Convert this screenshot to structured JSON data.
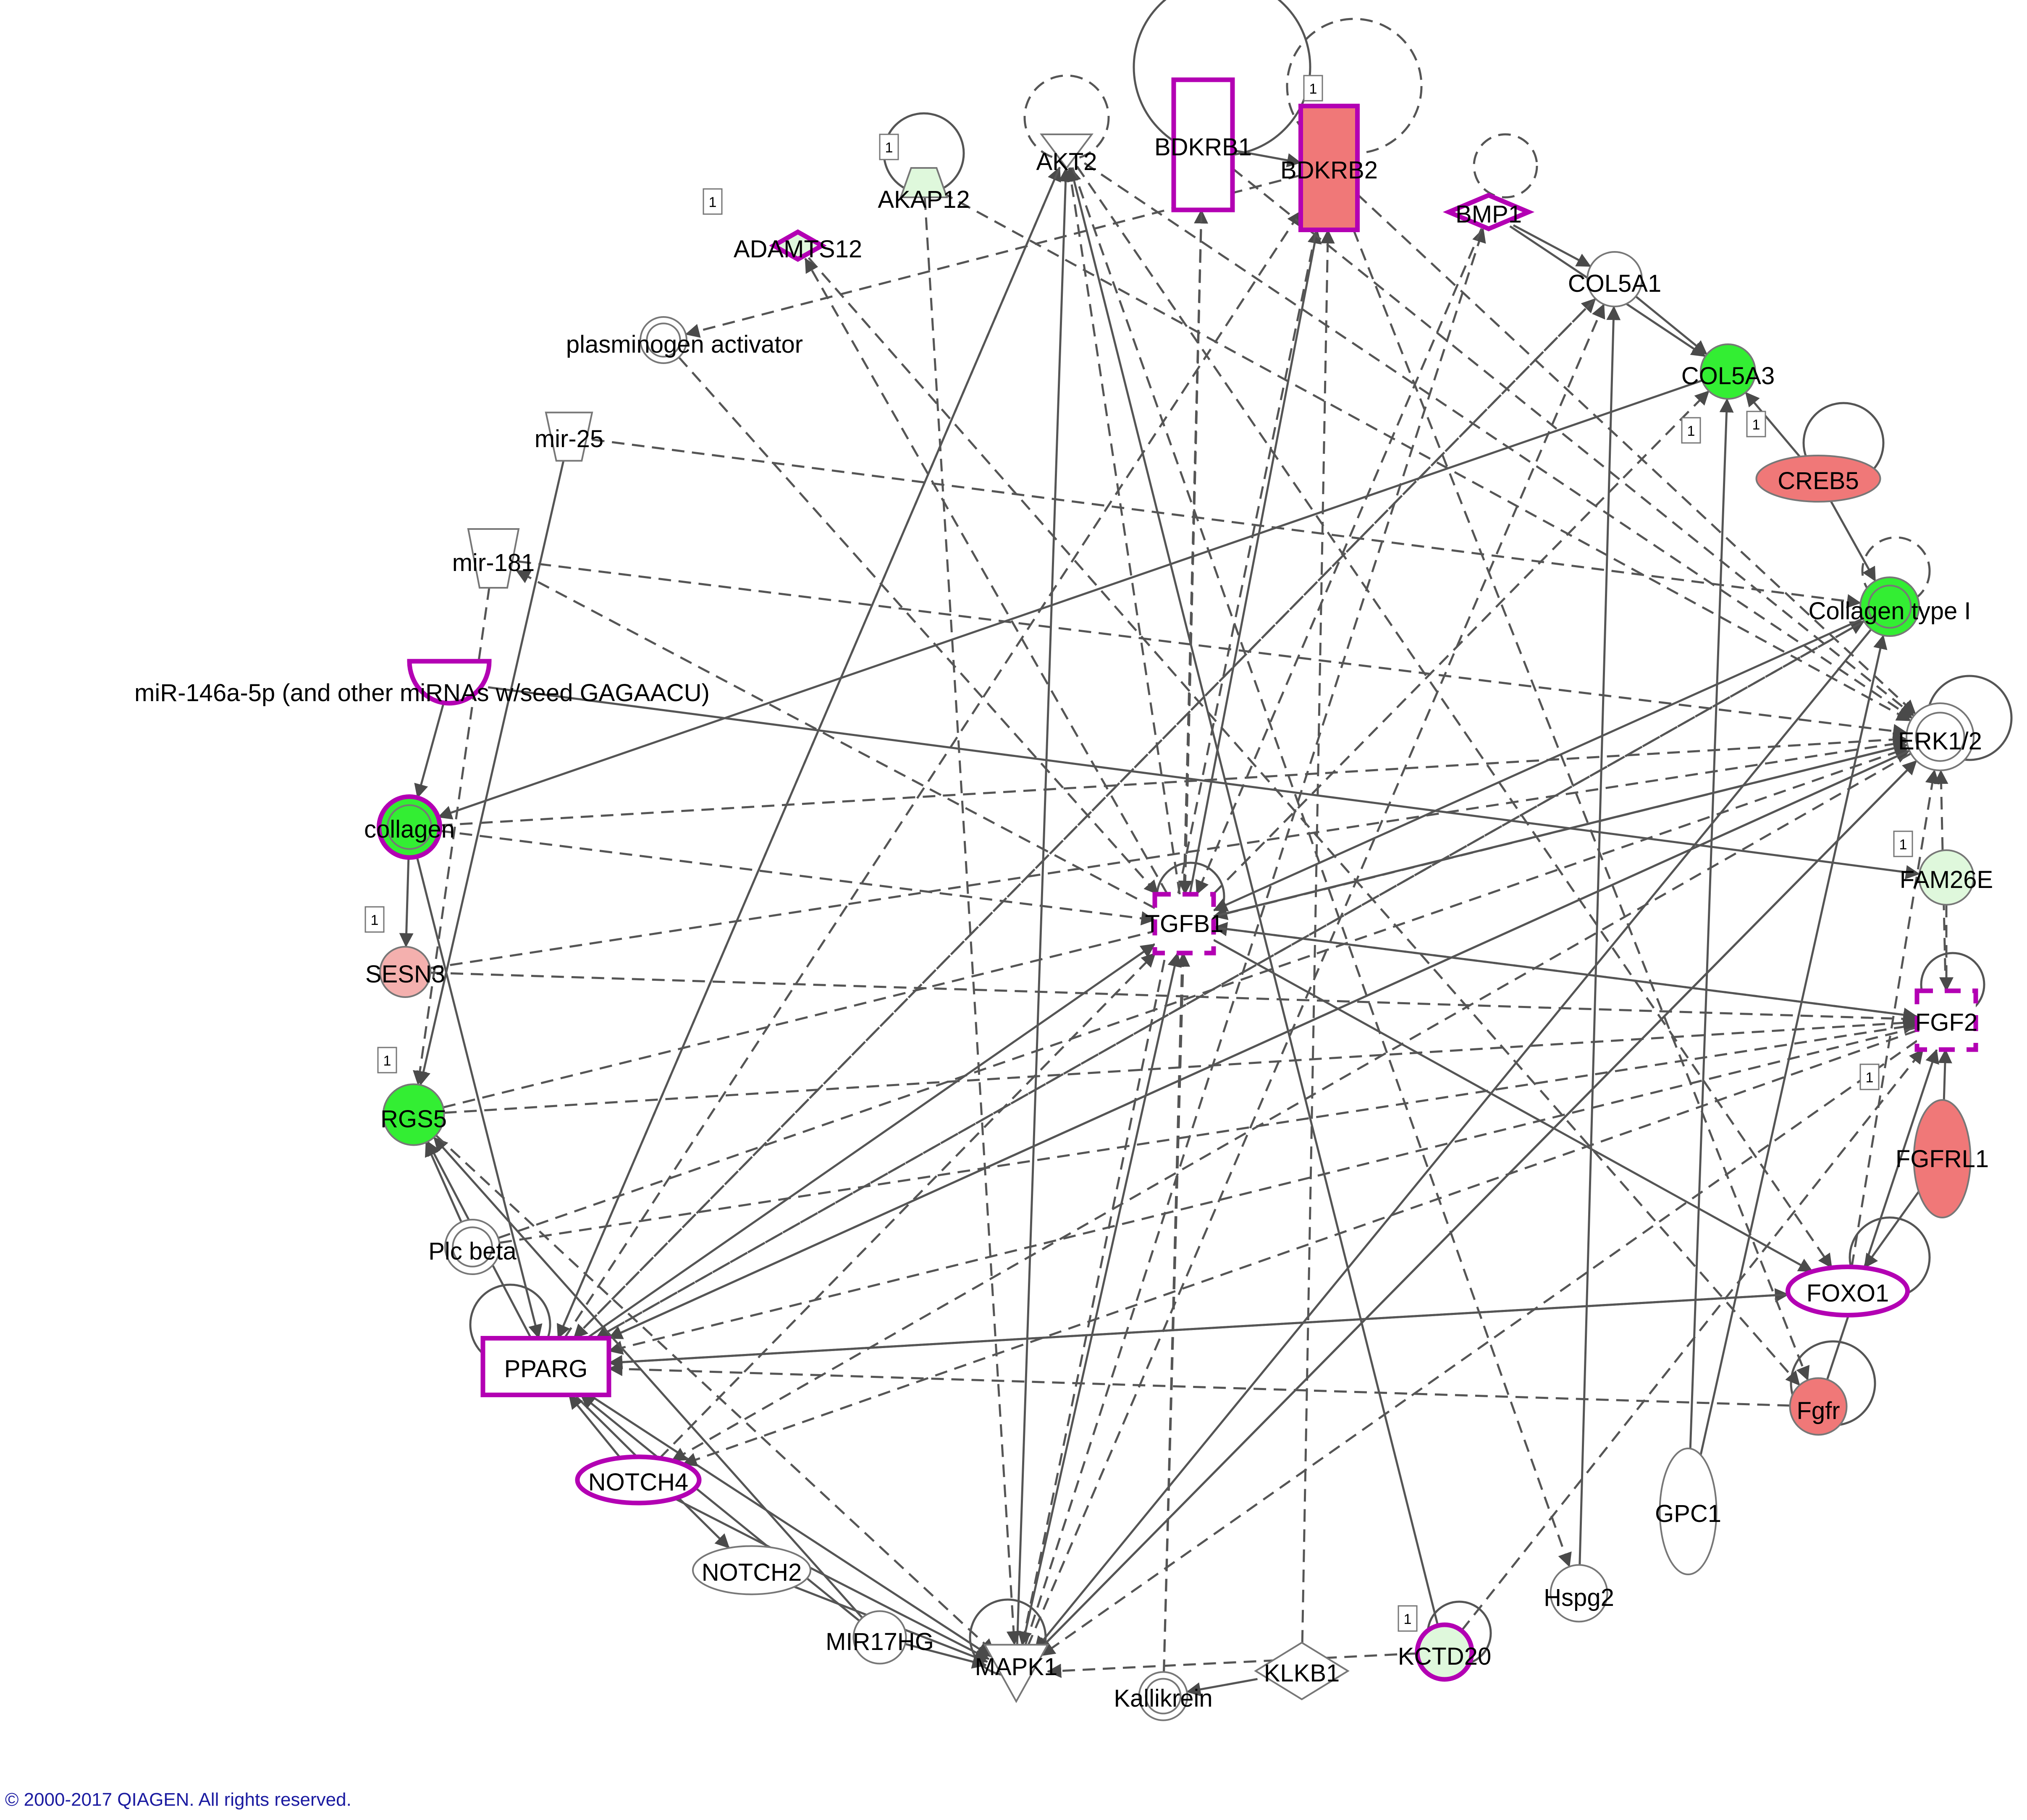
{
  "copyright": "© 2000-2017 QIAGEN. All rights reserved.",
  "colors": {
    "edge": "#555555",
    "node_border": "#777777",
    "highlight_border": "#b300b3",
    "up_strong": "#f07878",
    "up_light": "#f4b0ae",
    "down_strong": "#33ee33",
    "down_light": "#dff8dc",
    "neutral": "#ffffff"
  },
  "nodes": [
    {
      "id": "ADAMTS12",
      "label": "ADAMTS12",
      "shape": "diamond",
      "fill": "down_light",
      "highlight": true
    },
    {
      "id": "AKAP12",
      "label": "AKAP12",
      "shape": "trapezoid",
      "fill": "down_light",
      "highlight": false
    },
    {
      "id": "AKT2",
      "label": "AKT2",
      "shape": "triangle-down",
      "fill": "neutral",
      "highlight": false
    },
    {
      "id": "BDKRB1",
      "label": "BDKRB1",
      "shape": "tall-rect",
      "fill": "neutral",
      "highlight": true
    },
    {
      "id": "BDKRB2",
      "label": "BDKRB2",
      "shape": "tall-rect",
      "fill": "up_strong",
      "highlight": true
    },
    {
      "id": "BMP1",
      "label": "BMP1",
      "shape": "diamond",
      "fill": "neutral",
      "highlight": true
    },
    {
      "id": "COL5A1",
      "label": "COL5A1",
      "shape": "circle",
      "fill": "neutral",
      "highlight": false
    },
    {
      "id": "COL5A3",
      "label": "COL5A3",
      "shape": "circle",
      "fill": "down_strong",
      "highlight": false
    },
    {
      "id": "CREB5",
      "label": "CREB5",
      "shape": "ellipse",
      "fill": "up_strong",
      "highlight": false
    },
    {
      "id": "Collagen type I",
      "label": "Collagen type I",
      "shape": "double-circle",
      "fill": "down_strong",
      "highlight": false
    },
    {
      "id": "ERK1/2",
      "label": "ERK1/2",
      "shape": "double-circle",
      "fill": "neutral",
      "highlight": false
    },
    {
      "id": "FAM26E",
      "label": "FAM26E",
      "shape": "circle",
      "fill": "down_light",
      "highlight": false
    },
    {
      "id": "FGF2",
      "label": "FGF2",
      "shape": "dashed-square",
      "fill": "neutral",
      "highlight": true
    },
    {
      "id": "FGFRL1",
      "label": "FGFRL1",
      "shape": "tall-ellipse",
      "fill": "up_strong",
      "highlight": false
    },
    {
      "id": "FOXO1",
      "label": "FOXO1",
      "shape": "ellipse",
      "fill": "neutral",
      "highlight": true
    },
    {
      "id": "Fgfr",
      "label": "Fgfr",
      "shape": "circle",
      "fill": "up_strong",
      "highlight": false
    },
    {
      "id": "GPC1",
      "label": "GPC1",
      "shape": "tall-ellipse",
      "fill": "neutral",
      "highlight": false
    },
    {
      "id": "Hspg2",
      "label": "Hspg2",
      "shape": "circle",
      "fill": "neutral",
      "highlight": false
    },
    {
      "id": "KCTD20",
      "label": "KCTD20",
      "shape": "circle",
      "fill": "down_light",
      "highlight": true
    },
    {
      "id": "KLKB1",
      "label": "KLKB1",
      "shape": "diamond",
      "fill": "neutral",
      "highlight": false
    },
    {
      "id": "Kallikrein",
      "label": "Kallikrein",
      "shape": "double-circle",
      "fill": "neutral",
      "highlight": false
    },
    {
      "id": "MAPK1",
      "label": "MAPK1",
      "shape": "triangle-down",
      "fill": "neutral",
      "highlight": false
    },
    {
      "id": "MIR17HG",
      "label": "MIR17HG",
      "shape": "circle",
      "fill": "neutral",
      "highlight": false
    },
    {
      "id": "NOTCH2",
      "label": "NOTCH2",
      "shape": "ellipse",
      "fill": "neutral",
      "highlight": false
    },
    {
      "id": "NOTCH4",
      "label": "NOTCH4",
      "shape": "ellipse",
      "fill": "neutral",
      "highlight": true
    },
    {
      "id": "PPARG",
      "label": "PPARG",
      "shape": "rect",
      "fill": "neutral",
      "highlight": true
    },
    {
      "id": "Plc beta",
      "label": "Plc beta",
      "shape": "double-circle",
      "fill": "neutral",
      "highlight": false
    },
    {
      "id": "RGS5",
      "label": "RGS5",
      "shape": "circle",
      "fill": "down_strong",
      "highlight": false
    },
    {
      "id": "SESN3",
      "label": "SESN3",
      "shape": "circle",
      "fill": "up_light",
      "highlight": false
    },
    {
      "id": "collagen",
      "label": "collagen",
      "shape": "double-circle",
      "fill": "down_strong",
      "highlight": true
    },
    {
      "id": "miR-146a",
      "label": "miR-146a-5p (and other miRNAs w/seed GAGAACU)",
      "shape": "half-circle",
      "fill": "neutral",
      "highlight": true
    },
    {
      "id": "mir-181",
      "label": "mir-181",
      "shape": "trapezoid-inv",
      "fill": "neutral",
      "highlight": false
    },
    {
      "id": "mir-25",
      "label": "mir-25",
      "shape": "trapezoid-inv",
      "fill": "neutral",
      "highlight": false
    },
    {
      "id": "plasminogen activator",
      "label": "plasminogen activator",
      "shape": "double-circle",
      "fill": "neutral",
      "highlight": false
    },
    {
      "id": "TGFB1",
      "label": "TGFB1",
      "shape": "dashed-square",
      "fill": "neutral",
      "highlight": true
    }
  ],
  "badges": [
    {
      "node": "ADAMTS12",
      "text": "1"
    },
    {
      "node": "AKAP12",
      "text": "1"
    },
    {
      "node": "BDKRB2",
      "text": "1"
    },
    {
      "node": "COL5A3",
      "text": "1"
    },
    {
      "node": "CREB5",
      "text": "1"
    },
    {
      "node": "FAM26E",
      "text": "1"
    },
    {
      "node": "FGFRL1",
      "text": "1"
    },
    {
      "node": "SESN3",
      "text": "1"
    },
    {
      "node": "RGS5",
      "text": "1"
    },
    {
      "node": "KCTD20",
      "text": "1"
    }
  ],
  "self_loops": [
    {
      "node": "AKAP12",
      "dashed": false
    },
    {
      "node": "AKT2",
      "dashed": true
    },
    {
      "node": "BDKRB1",
      "dashed": false
    },
    {
      "node": "BDKRB2",
      "dashed": true
    },
    {
      "node": "BMP1",
      "dashed": true
    },
    {
      "node": "CREB5",
      "dashed": false
    },
    {
      "node": "Collagen type I",
      "dashed": true
    },
    {
      "node": "ERK1/2",
      "dashed": false
    },
    {
      "node": "FGF2",
      "dashed": false
    },
    {
      "node": "FOXO1",
      "dashed": false
    },
    {
      "node": "Fgfr",
      "dashed": false
    },
    {
      "node": "KCTD20",
      "dashed": false
    },
    {
      "node": "MAPK1",
      "dashed": false
    },
    {
      "node": "PPARG",
      "dashed": false
    },
    {
      "node": "TGFB1",
      "dashed": false
    }
  ],
  "edges": [
    {
      "from": "BMP1",
      "to": "COL5A1",
      "dashed": false
    },
    {
      "from": "BMP1",
      "to": "COL5A3",
      "dashed": false
    },
    {
      "from": "COL5A1",
      "to": "COL5A3",
      "dashed": false
    },
    {
      "from": "CREB5",
      "to": "COL5A3",
      "dashed": false
    },
    {
      "from": "CREB5",
      "to": "Collagen type I",
      "dashed": false
    },
    {
      "from": "BDKRB1",
      "to": "BDKRB2",
      "dashed": false
    },
    {
      "from": "BDKRB2",
      "to": "plasminogen activator",
      "dashed": true
    },
    {
      "from": "mir-25",
      "to": "Collagen type I",
      "dashed": true
    },
    {
      "from": "mir-25",
      "to": "RGS5",
      "dashed": false
    },
    {
      "from": "mir-181",
      "to": "RGS5",
      "dashed": true
    },
    {
      "from": "miR-146a",
      "to": "FAM26E",
      "dashed": false
    },
    {
      "from": "miR-146a",
      "to": "collagen",
      "dashed": false
    },
    {
      "from": "COL5A3",
      "to": "collagen",
      "dashed": false
    },
    {
      "from": "collagen",
      "to": "SESN3",
      "dashed": false
    },
    {
      "from": "collagen",
      "to": "ERK1/2",
      "dashed": true
    },
    {
      "from": "collagen",
      "to": "TGFB1",
      "dashed": true
    },
    {
      "from": "collagen",
      "to": "PPARG",
      "dashed": false
    },
    {
      "from": "SESN3",
      "to": "FGF2",
      "dashed": true
    },
    {
      "from": "RGS5",
      "to": "ERK1/2",
      "dashed": true
    },
    {
      "from": "RGS5",
      "to": "FGF2",
      "dashed": true
    },
    {
      "from": "Plc beta",
      "to": "ERK1/2",
      "dashed": true
    },
    {
      "from": "Plc beta",
      "to": "RGS5",
      "dashed": false
    },
    {
      "from": "Plc beta",
      "to": "FGF2",
      "dashed": true
    },
    {
      "from": "PPARG",
      "to": "FOXO1",
      "dashed": false
    },
    {
      "from": "PPARG",
      "to": "RGS5",
      "dashed": false
    },
    {
      "from": "PPARG",
      "to": "ERK1/2",
      "dashed": false
    },
    {
      "from": "PPARG",
      "to": "Collagen type I",
      "dashed": true
    },
    {
      "from": "PPARG",
      "to": "AKT2",
      "dashed": true
    },
    {
      "from": "PPARG",
      "to": "BDKRB2",
      "dashed": true
    },
    {
      "from": "PPARG",
      "to": "COL5A1",
      "dashed": true
    },
    {
      "from": "PPARG",
      "to": "TGFB1",
      "dashed": false
    },
    {
      "from": "PPARG",
      "to": "NOTCH2",
      "dashed": false
    },
    {
      "from": "PPARG",
      "to": "MAPK1",
      "dashed": false
    },
    {
      "from": "FOXO1",
      "to": "PPARG",
      "dashed": false
    },
    {
      "from": "Fgfr",
      "to": "PPARG",
      "dashed": true
    },
    {
      "from": "Fgfr",
      "to": "FGF2",
      "dashed": false
    },
    {
      "from": "FGFRL1",
      "to": "FGF2",
      "dashed": false
    },
    {
      "from": "FGFRL1",
      "to": "FOXO1",
      "dashed": false
    },
    {
      "from": "ERK1/2",
      "to": "NOTCH4",
      "dashed": true
    },
    {
      "from": "ERK1/2",
      "to": "MAPK1",
      "dashed": false
    },
    {
      "from": "ERK1/2",
      "to": "PPARG",
      "dashed": false
    },
    {
      "from": "ERK1/2",
      "to": "TGFB1",
      "dashed": false
    },
    {
      "from": "Collagen type I",
      "to": "TGFB1",
      "dashed": false
    },
    {
      "from": "Collagen type I",
      "to": "PPARG",
      "dashed": true
    },
    {
      "from": "Collagen type I",
      "to": "MAPK1",
      "dashed": false
    },
    {
      "from": "FGF2",
      "to": "ERK1/2",
      "dashed": true
    },
    {
      "from": "FGF2",
      "to": "TGFB1",
      "dashed": true
    },
    {
      "from": "FGF2",
      "to": "PPARG",
      "dashed": true
    },
    {
      "from": "FGF2",
      "to": "MAPK1",
      "dashed": true
    },
    {
      "from": "FGF2",
      "to": "NOTCH4",
      "dashed": true
    },
    {
      "from": "FAM26E",
      "to": "FGF2",
      "dashed": true
    },
    {
      "from": "TGFB1",
      "to": "BDKRB2",
      "dashed": false
    },
    {
      "from": "TGFB1",
      "to": "FOXO1",
      "dashed": false
    },
    {
      "from": "TGFB1",
      "to": "FGF2",
      "dashed": true
    },
    {
      "from": "TGFB1",
      "to": "COL5A3",
      "dashed": true
    },
    {
      "from": "MAPK1",
      "to": "AKT2",
      "dashed": false
    },
    {
      "from": "MAPK1",
      "to": "TGFB1",
      "dashed": false
    },
    {
      "from": "MAPK1",
      "to": "BMP1",
      "dashed": true
    },
    {
      "from": "MAPK1",
      "to": "COL5A1",
      "dashed": true
    },
    {
      "from": "MAPK1",
      "to": "ERK1/2",
      "dashed": false
    },
    {
      "from": "KCTD20",
      "to": "AKT2",
      "dashed": false
    },
    {
      "from": "KCTD20",
      "to": "MAPK1",
      "dashed": true
    },
    {
      "from": "KCTD20",
      "to": "FGF2",
      "dashed": true
    },
    {
      "from": "Hspg2",
      "to": "COL5A1",
      "dashed": false
    },
    {
      "from": "GPC1",
      "to": "COL5A3",
      "dashed": false
    },
    {
      "from": "GPC1",
      "to": "Collagen type I",
      "dashed": false
    },
    {
      "from": "KLKB1",
      "to": "BDKRB2",
      "dashed": true
    },
    {
      "from": "KLKB1",
      "to": "Kallikrein",
      "dashed": false
    },
    {
      "from": "Kallikrein",
      "to": "BDKRB1",
      "dashed": true
    },
    {
      "from": "AKAP12",
      "to": "MAPK1",
      "dashed": true
    },
    {
      "from": "AKAP12",
      "to": "ERK1/2",
      "dashed": true
    },
    {
      "from": "AKT2",
      "to": "ERK1/2",
      "dashed": true
    },
    {
      "from": "AKT2",
      "to": "FOXO1",
      "dashed": true
    },
    {
      "from": "AKT2",
      "to": "PPARG",
      "dashed": true
    },
    {
      "from": "AKT2",
      "to": "Hspg2",
      "dashed": true
    },
    {
      "from": "BDKRB2",
      "to": "ERK1/2",
      "dashed": true
    },
    {
      "from": "BDKRB2",
      "to": "Fgfr",
      "dashed": true
    },
    {
      "from": "BDKRB2",
      "to": "MAPK1",
      "dashed": true
    },
    {
      "from": "BDKRB1",
      "to": "TGFB1",
      "dashed": true
    },
    {
      "from": "BDKRB1",
      "to": "ERK1/2",
      "dashed": true
    },
    {
      "from": "BMP1",
      "to": "TGFB1",
      "dashed": true
    },
    {
      "from": "COL5A1",
      "to": "PPARG",
      "dashed": true
    },
    {
      "from": "NOTCH4",
      "to": "PPARG",
      "dashed": false
    },
    {
      "from": "NOTCH4",
      "to": "TGFB1",
      "dashed": true
    },
    {
      "from": "NOTCH4",
      "to": "MAPK1",
      "dashed": false
    },
    {
      "from": "NOTCH2",
      "to": "MAPK1",
      "dashed": false
    },
    {
      "from": "MIR17HG",
      "to": "PPARG",
      "dashed": false
    },
    {
      "from": "MIR17HG",
      "to": "RGS5",
      "dashed": false
    },
    {
      "from": "MIR17HG",
      "to": "MAPK1",
      "dashed": false
    },
    {
      "from": "ADAMTS12",
      "to": "Fgfr",
      "dashed": true
    },
    {
      "from": "plasminogen activator",
      "to": "TGFB1",
      "dashed": true
    },
    {
      "from": "mir-181",
      "to": "ERK1/2",
      "dashed": true
    },
    {
      "from": "RGS5",
      "to": "MAPK1",
      "dashed": true
    },
    {
      "from": "SESN3",
      "to": "ERK1/2",
      "dashed": true
    },
    {
      "from": "FOXO1",
      "to": "ERK1/2",
      "dashed": true
    },
    {
      "from": "TGFB1",
      "to": "ADAMTS12",
      "dashed": true
    },
    {
      "from": "TGFB1",
      "to": "AKT2",
      "dashed": true
    },
    {
      "from": "TGFB1",
      "to": "mir-181",
      "dashed": true
    },
    {
      "from": "TGFB1",
      "to": "ERK1/2",
      "dashed": false
    },
    {
      "from": "Kallikrein",
      "to": "TGFB1",
      "dashed": true
    }
  ]
}
